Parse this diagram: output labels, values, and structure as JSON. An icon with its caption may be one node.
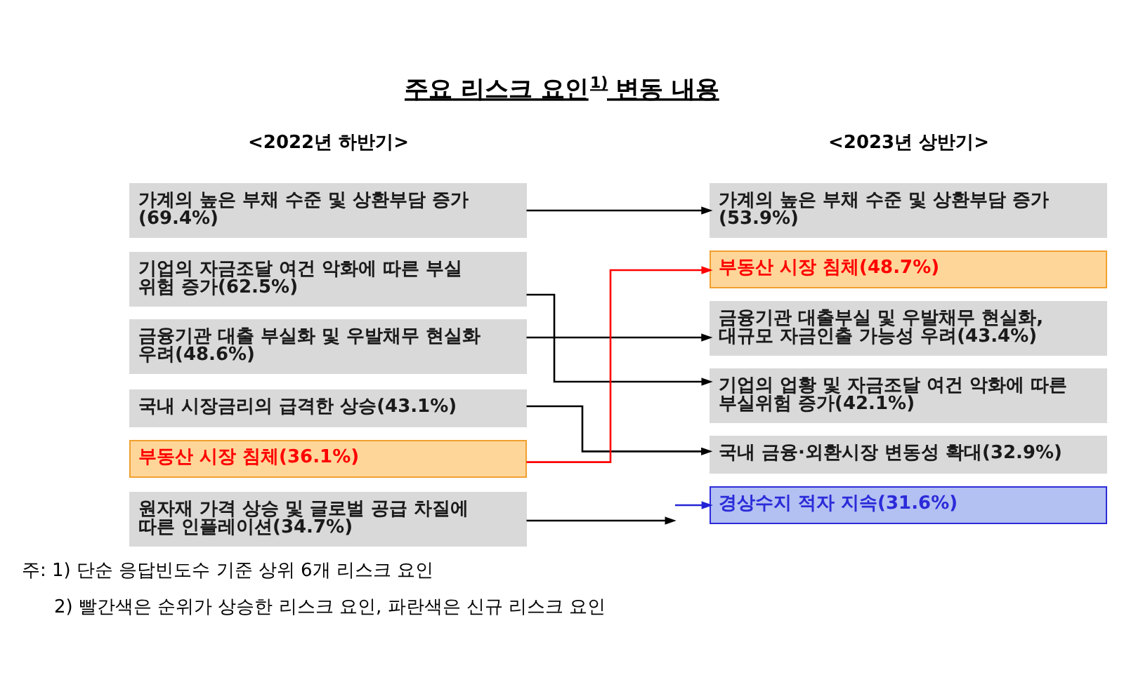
{
  "diagram": {
    "title": "주요 리스크 요인$^{1)}$ 변동 내용",
    "nodes": [
      {
        "text": [
          "가계의 높은 부채 수준 및 상환부담 증가 (69.4%)"
        ]
      },
      {
        "text": [
          "기업의 자금조달 여건 악화에 따른 부실 위험 증가(62.5%)"
        ]
      },
      {
        "text": [
          "금융기관 대출 부실화 및 우발채무 현실화 우려(48.6%)"
        ]
      },
      {
        "text": [
          "국내 시장금리의 급격한 상승(43.1%)"
        ]
      },
      {
        "text": [
          "부동산 시장 침체(36.1%)"
        ]
      },
      {
        "text": [
          "원자재 가격 상승 및 글로벌 공급 차질에 따른 인플레이션(34.7%)"
        ]
      },
      {
        "text": [
          "가계의 높은 부채 수준 및 상환부담 증가 (53.9%)"
        ]
      },
      {
        "text": [
          "부동산 시장 침체(48.7%)"
        ]
      },
      {
        "text": [
          "금융기관 대출부실 및 우발채무 현실화, 대규모 자금인출 가능성 우려(43.4%)"
        ]
      },
      {
        "text": [
          "기업의 업황 및 자금조달 여건 악화에 따른 부실위험 증가(42.1%)"
        ]
      },
      {
        "text": [
          "국내 금융·외환시장 변동성 확대(32.9%)"
        ]
      },
      {
        "text": [
          "경상수지 적자 지속(31.6%)"
        ]
      }
    ],
    "edges": [
      {
        "from": 0,
        "to": 6,
        "arrow": "to"
      },
      {
        "from": 1,
        "to": 9,
        "arrow": "to"
      },
      {
        "from": 2,
        "to": 8,
        "arrow": "to"
      },
      {
        "from": 3,
        "to": 10,
        "arrow": "to"
      },
      {
        "from": 4,
        "to": 7,
        "arrow": "to",
        "color": "#ff0000"
      },
      {
        "from": 5,
        "to": null,
        "arrow": "to"
      },
      {
        "from": null,
        "to": 11,
        "arrow": "to",
        "color": "#2323d6"
      }
    ],
    "labels": [
      "<2022년 하반기>",
      "<2023년 상반기>",
      "주: 1) 단순 응답빈도수 기준 상위 6개 리스크 요인",
      "2) 빨간색은 순위가 상승한 리스크 요인, 파란색은 신규 리스크 요인"
    ]
  }
}
